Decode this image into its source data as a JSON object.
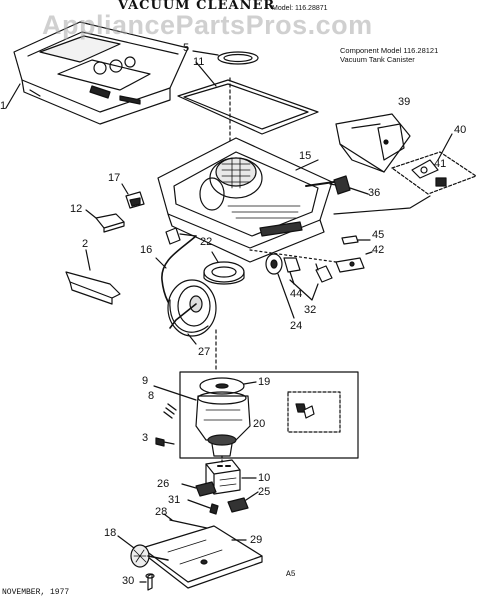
{
  "header": {
    "title": "Vacuum Cleaner",
    "model_label": "Model: 116.28871",
    "note_line1": "Component Model 116.28121",
    "note_line2": "Vacuum Tank Canister"
  },
  "watermark": "AppliancePartsPros.com",
  "footer": {
    "date": "NOVEMBER, 1977",
    "page_code": "A5"
  },
  "parts": {
    "p1": "1",
    "p2": "2",
    "p3": "3",
    "p5": "5",
    "p8": "8",
    "p9": "9",
    "p10": "10",
    "p11": "11",
    "p12": "12",
    "p15": "15",
    "p16": "16",
    "p17": "17",
    "p18": "18",
    "p19": "19",
    "p20": "20",
    "p22": "22",
    "p24": "24",
    "p25": "25",
    "p26": "26",
    "p27": "27",
    "p28": "28",
    "p29": "29",
    "p30": "30",
    "p31": "31",
    "p32": "32",
    "p36": "36",
    "p39": "39",
    "p40": "40",
    "p41": "41",
    "p42": "42",
    "p44": "44",
    "p45": "45"
  }
}
